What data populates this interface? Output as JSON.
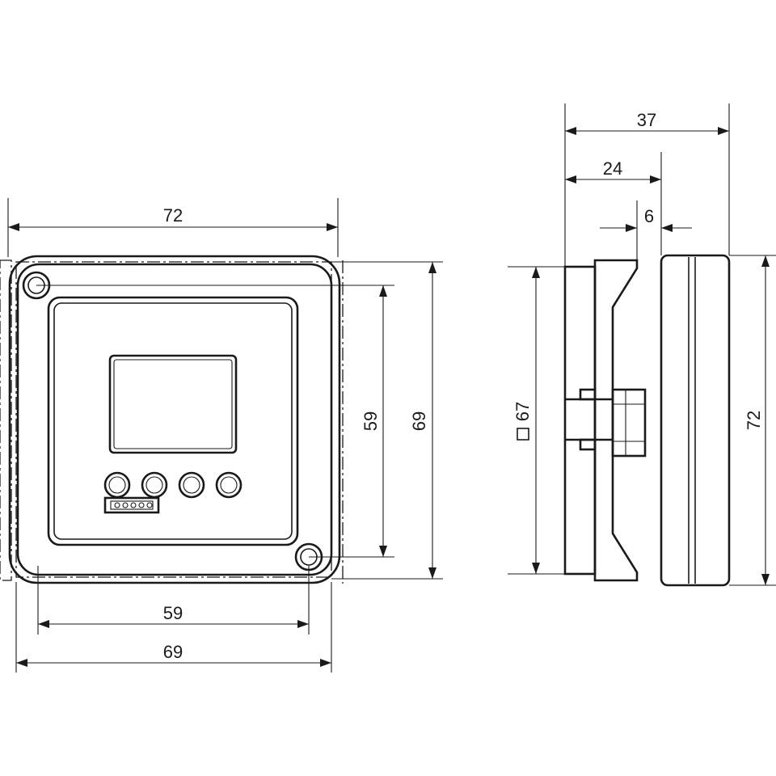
{
  "front_view": {
    "dim_top_width": "72",
    "dim_bottom_inner": "59",
    "dim_bottom_outer": "69",
    "dim_right_inner": "59",
    "dim_right_outer": "69",
    "button_count": 4
  },
  "side_view": {
    "dim_total_depth": "37",
    "dim_rear_depth": "24",
    "dim_step": "6",
    "dim_cutout": "67",
    "dim_height": "72"
  },
  "colors": {
    "line": "#1a1a1a",
    "background": "#ffffff"
  }
}
